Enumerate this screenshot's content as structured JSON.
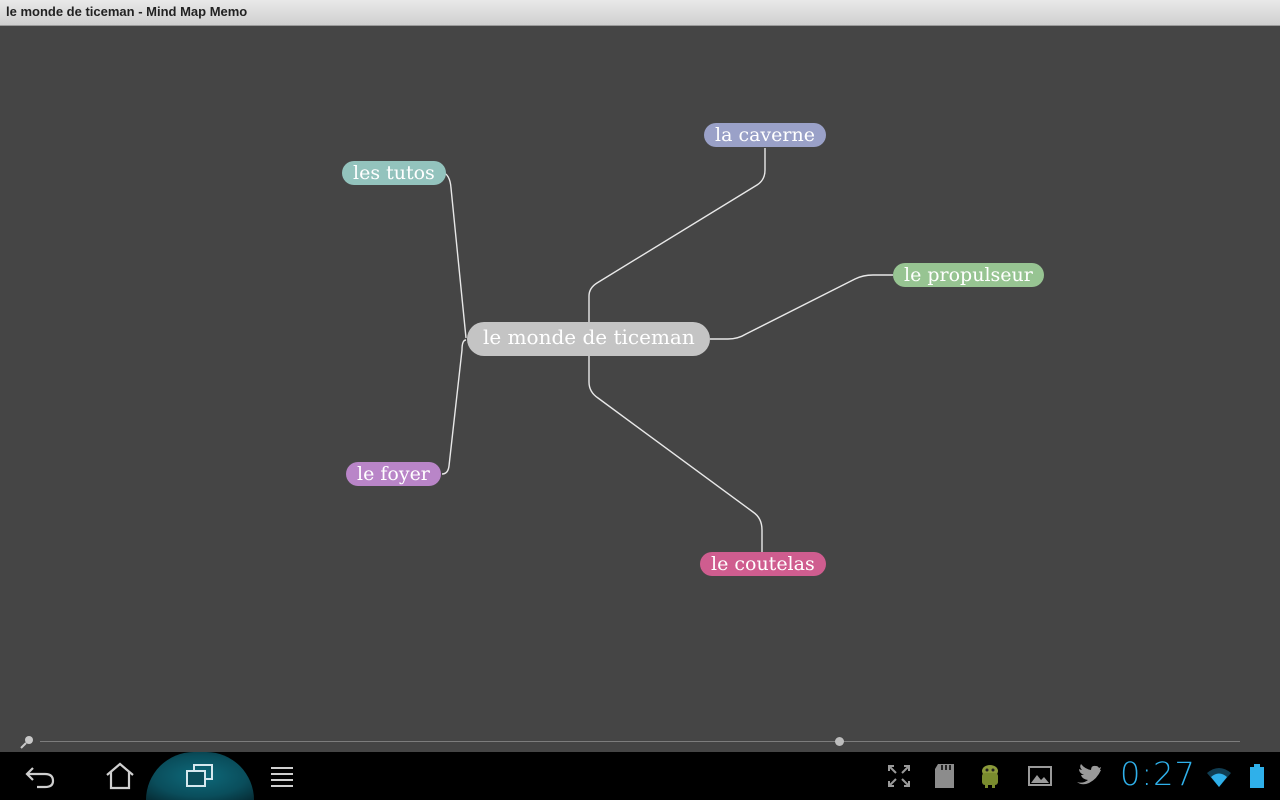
{
  "window": {
    "title": "le monde de ticeman - Mind Map Memo"
  },
  "mindmap": {
    "root": {
      "label": "le monde de ticeman",
      "color": "#c4c4c4"
    },
    "nodes": [
      {
        "id": "la-caverne",
        "label": "la caverne",
        "color": "#9aa1c8"
      },
      {
        "id": "les-tutos",
        "label": "les tutos",
        "color": "#93c3bd"
      },
      {
        "id": "le-propulseur",
        "label": "le propulseur",
        "color": "#97c492"
      },
      {
        "id": "le-foyer",
        "label": "le foyer",
        "color": "#b985c8"
      },
      {
        "id": "le-coutelas",
        "label": "le coutelas",
        "color": "#cf5d8f"
      }
    ]
  },
  "zoom": {
    "level": 0.666
  },
  "status": {
    "clock": "0:27",
    "accent": "#2fb0ea"
  },
  "navbar": {
    "back": "back-icon",
    "home": "home-icon",
    "recent": "recent-apps-icon",
    "menu": "menu-icon"
  }
}
